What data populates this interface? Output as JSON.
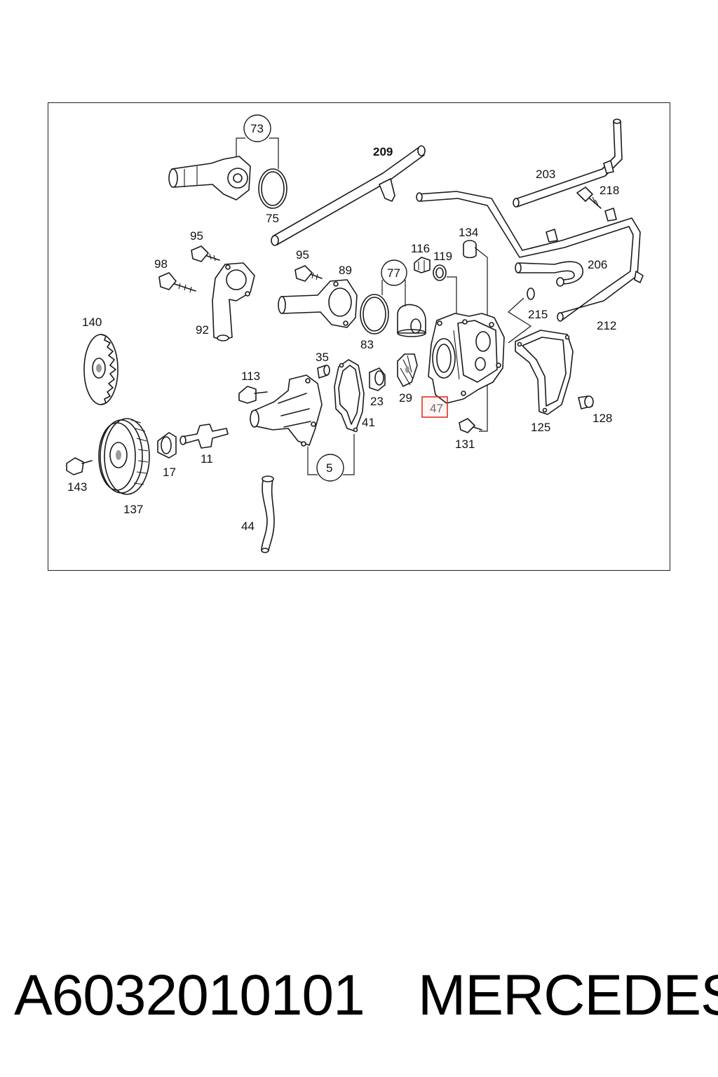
{
  "diagram": {
    "callouts": {
      "c73": "73",
      "c75": "75",
      "c209": "209",
      "c203": "203",
      "c218": "218",
      "c95a": "95",
      "c98": "98",
      "c92": "92",
      "c95b": "95",
      "c89": "89",
      "c77": "77",
      "c83": "83",
      "c116": "116",
      "c119": "119",
      "c134": "134",
      "c206": "206",
      "c215": "215",
      "c212": "212",
      "c140": "140",
      "c113": "113",
      "c35": "35",
      "c23": "23",
      "c29": "29",
      "c41": "41",
      "c47": "47",
      "c125": "125",
      "c128": "128",
      "c131": "131",
      "c5": "5",
      "c143": "143",
      "c137": "137",
      "c17": "17",
      "c11": "11",
      "c44": "44"
    },
    "highlighted_part": "47",
    "highlight_color": "#e0302a"
  },
  "caption": {
    "part_number": "A6032010101",
    "brand": "MERCEDES"
  }
}
